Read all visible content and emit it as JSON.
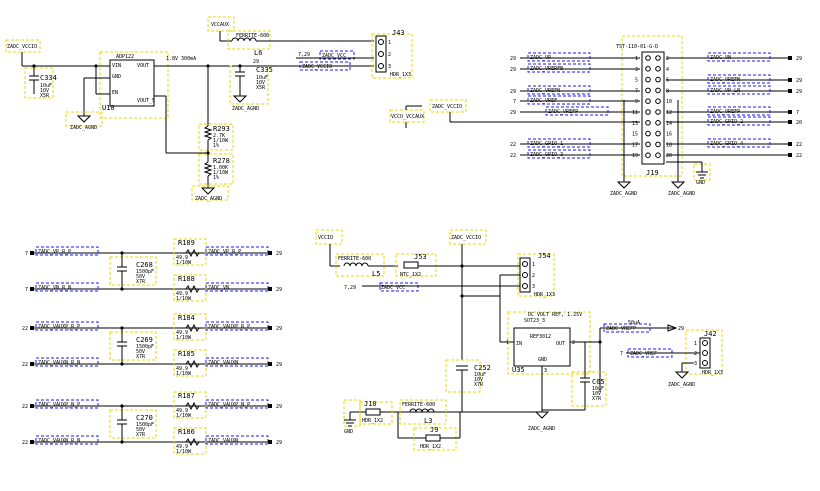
{
  "components": {
    "u10": {
      "ref": "U10",
      "part": "ADP122",
      "pins": [
        "VIN",
        "GND",
        "EN",
        "VOUT",
        "VOUT_5"
      ]
    },
    "c334": {
      "ref": "C334",
      "vals": [
        "10uF",
        "10V",
        "X5R"
      ]
    },
    "c335": {
      "ref": "C335",
      "vals": [
        "10uF",
        "10V",
        "X5R"
      ]
    },
    "l5": {
      "ref": "L5",
      "part": "FERRITE-600"
    },
    "l6": {
      "ref": "L6",
      "part": "FERRITE-600"
    },
    "l3": {
      "ref": "L3",
      "part": "FERRITE-600"
    },
    "r293": {
      "ref": "R293",
      "vals": [
        "2.7K",
        "1/10W",
        "1%"
      ]
    },
    "r278": {
      "ref": "R278",
      "vals": [
        "1.00K",
        "1/10W",
        "1%"
      ]
    },
    "j43": {
      "ref": "J43",
      "part": "HDR_1X3"
    },
    "j19": {
      "ref": "J19",
      "part": "TST-110-01-G-D"
    },
    "j54": {
      "ref": "J54",
      "part": "HDR_1X3"
    },
    "j42": {
      "ref": "J42",
      "part": "HDR_1X3"
    },
    "j53": {
      "ref": "J53",
      "part": "NTC_1X2"
    },
    "j10": {
      "ref": "J10",
      "part": "HDR_1X2"
    },
    "j9": {
      "ref": "J9",
      "part": "HDR_1X2"
    },
    "u35": {
      "ref": "U35",
      "part": "REF3012",
      "pkg": "SOT23_3",
      "note": "DC VOLT REF, 1.25V",
      "pins": [
        "IN",
        "OUT",
        "GND"
      ]
    },
    "c252": {
      "ref": "C252",
      "vals": [
        "10uF",
        "10V",
        "X7R"
      ]
    },
    "c65": {
      "ref": "C65",
      "vals": [
        "10uF",
        "10V",
        "X7R"
      ]
    },
    "c268": {
      "ref": "C268",
      "vals": [
        "1500pF",
        "50V",
        "X7R"
      ]
    },
    "c269": {
      "ref": "C269",
      "vals": [
        "1500pF",
        "50V",
        "X7R"
      ]
    },
    "c270": {
      "ref": "C270",
      "vals": [
        "1500pF",
        "50V",
        "X7R"
      ]
    },
    "r189": {
      "ref": "R189",
      "vals": [
        "49.9",
        "1/10W"
      ]
    },
    "r188": {
      "ref": "R188",
      "vals": [
        "49.9",
        "1/10W"
      ]
    },
    "r184": {
      "ref": "R184",
      "vals": [
        "49.9",
        "1/10W"
      ]
    },
    "r185": {
      "ref": "R185",
      "vals": [
        "49.9",
        "1/10W"
      ]
    },
    "r187": {
      "ref": "R187",
      "vals": [
        "49.9",
        "1/10W"
      ]
    },
    "r186": {
      "ref": "R186",
      "vals": [
        "49.9",
        "1/10W"
      ]
    }
  },
  "nets": {
    "zadc_vccio": "ZADC_VCCIO",
    "vccaux": "VCCAUX",
    "vccio": "VCCIO",
    "zadc_agnd": "ZADC_AGND",
    "gnd": "GND",
    "vout_note": "1.8V 300mA",
    "ref_note": "50uA",
    "zadc_vcc": "ZADC_VCC",
    "zadc_vccio_b": "ZADC_VCCIO",
    "vccio_vccaux": "VCCO_VCCAUX"
  },
  "net_labels": {
    "j19_left": [
      "ZADC_VP",
      "ZADC_VRERFB",
      "ZADC_VREFN",
      "ZADC_VREF",
      "ZADC_VREFP",
      "ZADC_GPIO_1",
      "ZADC_GPIO_3"
    ],
    "j19_right": [
      "ZADC_VN",
      "ZADC_VREFN",
      "ZADC_VP_LN",
      "ZADC_VREFP",
      "ZADC_GPIO_2",
      "ZADC_GPIO_4"
    ],
    "filter": [
      "ZADC_VP_R_P",
      "ZADC_VN",
      "ZADC_VAUXP_R_P",
      "ZADC_VAUXN",
      "ZADC_VAUXP_N_P",
      "ZADC_VAUXN"
    ],
    "filter_in": [
      "ZADC_VP_R_P",
      "ZADC_VN_R_N",
      "ZADC_VAUXP_R_P",
      "ZADC_VAUXN_R_N",
      "ZADC_VAUXP_N_P",
      "ZADC_VAUXN_R_N"
    ],
    "refp": "ZADC_VREFP",
    "vref": "ZADC_VREF",
    "refn_agnd": "ZADC_VREFN"
  },
  "page_refs": {
    "p29": "29",
    "p7_29": "7,29",
    "p7": "7",
    "p22": "22",
    "p20": "20",
    "j19_left_refs": [
      "29",
      "29",
      "29",
      "7",
      "29",
      "22",
      "22"
    ],
    "j19_right_refs": [
      "29",
      "29",
      "29",
      "7",
      "20",
      "22",
      "22"
    ],
    "j19_pins_odd": [
      "1",
      "3",
      "5",
      "7",
      "9",
      "11",
      "13",
      "15",
      "17",
      "19"
    ],
    "j19_pins_even": [
      "2",
      "4",
      "6",
      "8",
      "10",
      "12",
      "14",
      "16",
      "18",
      "20"
    ]
  }
}
